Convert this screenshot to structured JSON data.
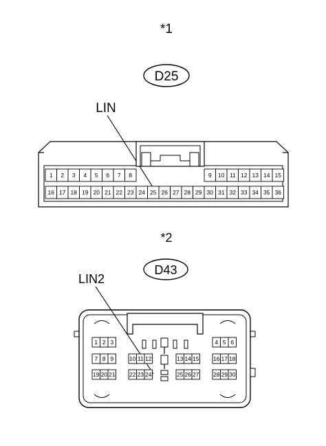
{
  "connector1": {
    "marker": "*1",
    "code": "D25",
    "callout": "LIN",
    "row_top": [
      "1",
      "2",
      "3",
      "4",
      "5",
      "6",
      "7",
      "8",
      "9",
      "10",
      "11",
      "12",
      "13",
      "14",
      "15"
    ],
    "row_bottom": [
      "16",
      "17",
      "18",
      "19",
      "20",
      "21",
      "22",
      "23",
      "24",
      "25",
      "26",
      "27",
      "28",
      "29",
      "30",
      "31",
      "32",
      "33",
      "34",
      "35",
      "36"
    ]
  },
  "connector2": {
    "marker": "*2",
    "code": "D43",
    "callout": "LIN2",
    "row1_left": [
      "1",
      "2",
      "3"
    ],
    "row1_right": [
      "4",
      "5",
      "6"
    ],
    "row2_left": [
      "7",
      "8",
      "9"
    ],
    "row2_mid": [
      "10",
      "11",
      "12"
    ],
    "row2_mid2": [
      "13",
      "14",
      "15"
    ],
    "row2_right": [
      "16",
      "17",
      "18"
    ],
    "row3_left": [
      "19",
      "20",
      "21"
    ],
    "row3_mid": [
      "22",
      "23",
      "24"
    ],
    "row3_mid2": [
      "25",
      "26",
      "27"
    ],
    "row3_right": [
      "28",
      "29",
      "30"
    ]
  }
}
